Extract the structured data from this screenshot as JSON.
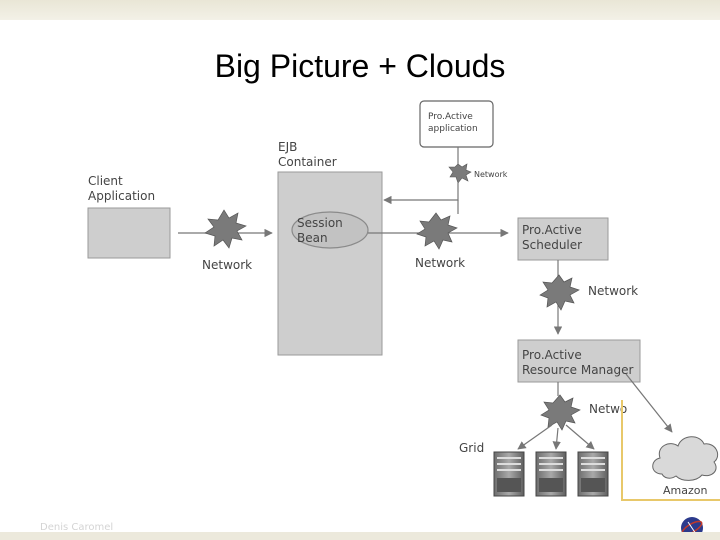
{
  "slide": {
    "title": "Big Picture + Clouds",
    "footer": "Denis Caromel"
  },
  "diagram": {
    "proactive_app": "Pro.Active\napplication",
    "ejb_container": "EJB\nContainer",
    "client_application": "Client\nApplication",
    "session_bean": "Session\nBean",
    "scheduler": "Pro.Active\nScheduler",
    "resource_manager": "Pro.Active\nResource Manager",
    "network_small": "Network",
    "network_client": "Network",
    "network_ejb": "Network",
    "network_scheduler": "Network",
    "network_rm": "Netwo",
    "grid": "Grid",
    "amazon": "Amazon"
  },
  "colors": {
    "box_fill": "#cecece",
    "box_stroke": "#9a9a9a",
    "arrow": "#777777",
    "cloud_link": "#e8c86a",
    "text": "#444444"
  }
}
